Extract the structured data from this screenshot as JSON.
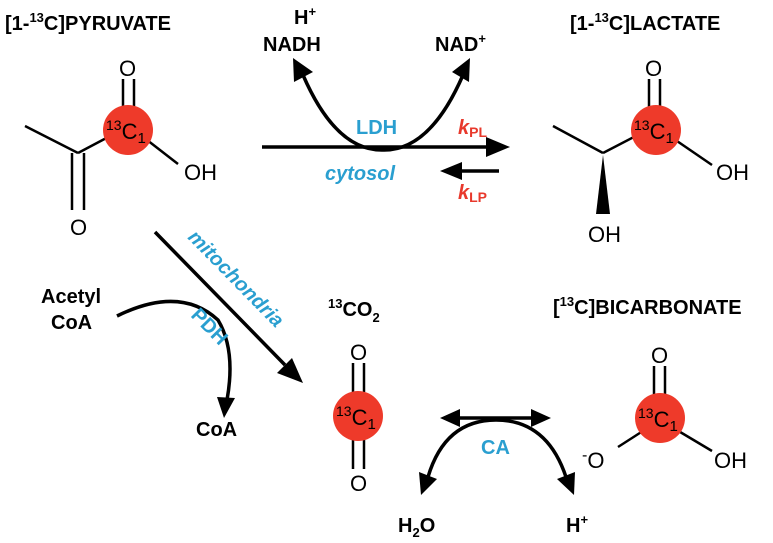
{
  "titles": {
    "pyruvate_pre": "[1-",
    "pyruvate_sup": "13",
    "pyruvate_post": "C]PYRUVATE",
    "lactate_pre": "[1-",
    "lactate_sup": "13",
    "lactate_post": "C]LACTATE",
    "co2_sup": "13",
    "co2_main": "CO",
    "co2_sub": "2",
    "bicarb_pre": "[",
    "bicarb_sup": "13",
    "bicarb_post": "C]BICARBONATE"
  },
  "atoms": {
    "o": "O",
    "oh": "OH",
    "o_minus_charge": "-",
    "c13_sup": "13",
    "c13_main": "C",
    "c13_sub": "1"
  },
  "cofactors": {
    "h_plus_main": "H",
    "h_plus_sup": "+",
    "nadh": "NADH",
    "nad_main": "NAD",
    "nad_sup": "+",
    "acetyl": "Acetyl",
    "coa": "CoA",
    "h2o_main": "H",
    "h2o_sub": "2",
    "h2o_end": "O"
  },
  "enzymes": {
    "ldh": "LDH",
    "pdh": "PDH",
    "ca": "CA"
  },
  "compartments": {
    "cytosol": "cytosol",
    "mitochondria": "mitochondria"
  },
  "rates": {
    "k": "k",
    "pl": "PL",
    "lp": "LP"
  },
  "colors": {
    "enzyme_blue": "#2a9fd0",
    "rate_red": "#e8392c",
    "carbon13_circle": "#ee3a2a"
  }
}
